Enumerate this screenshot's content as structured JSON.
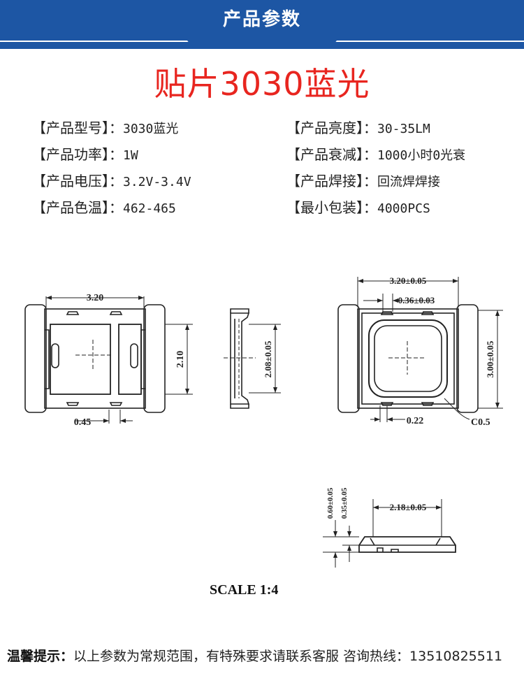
{
  "header": {
    "tab_title": "产品参数",
    "main_title": "贴片3030蓝光"
  },
  "colors": {
    "banner": "#1d56a4",
    "title": "#e8251f"
  },
  "specs": {
    "left": [
      {
        "label": "【产品型号】：",
        "value": "3030蓝光"
      },
      {
        "label": "【产品功率】：",
        "value": "1W"
      },
      {
        "label": "【产品电压】：",
        "value": "3.2V-3.4V"
      },
      {
        "label": "【产品色温】：",
        "value": "462-465"
      }
    ],
    "right": [
      {
        "label": "【产品亮度】：",
        "value": "30-35LM"
      },
      {
        "label": "【产品衰减】：",
        "value": "1000小时0光衰"
      },
      {
        "label": "【产品焊接】：",
        "value": "回流焊焊接"
      },
      {
        "label": "【最小包装】：",
        "value": "4000PCS"
      }
    ]
  },
  "drawing": {
    "front_width": "3.20",
    "front_height": "2.10",
    "front_pad": "0.45",
    "side_height": "2.08±0.05",
    "top_width": "3.20±0.05",
    "top_inner": "0.36±0.03",
    "top_height": "3.00±0.05",
    "top_gap": "0.22",
    "corner": "C0.5",
    "profile_h1": "0.60±0.05",
    "profile_h2": "0.35±0.05",
    "profile_width": "2.18±0.05",
    "scale": "SCALE 1:4"
  },
  "footer": {
    "tip_label": "温馨提示：",
    "tip_text": "以上参数为常规范围，有特殊要求请联系客服 咨询热线：13510825511"
  }
}
